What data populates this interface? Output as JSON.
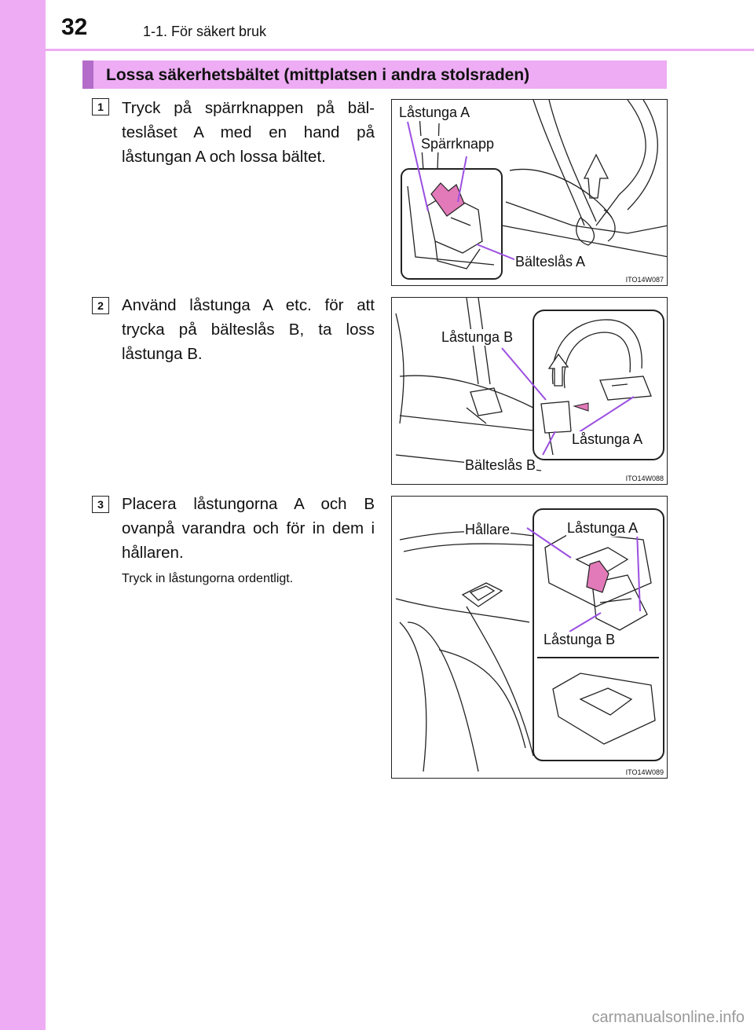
{
  "header": {
    "page_number": "32",
    "chapter": "1-1. För säkert bruk"
  },
  "section": {
    "title": "Lossa säkerhetsbältet (mittplatsen i andra stolsraden)"
  },
  "steps": [
    {
      "number": "1",
      "text": "Tryck på spärrknappen på bäl-teslåset A med en hand på låstungan A och lossa bältet.",
      "figure": {
        "code": "ITO14W087",
        "labels": [
          "Låstunga A",
          "Spärrknapp",
          "Bälteslås A"
        ]
      }
    },
    {
      "number": "2",
      "text": "Använd låstunga A etc. för att trycka på bälteslås B, ta loss låstunga B.",
      "figure": {
        "code": "ITO14W088",
        "labels": [
          "Låstunga B",
          "Låstunga A",
          "Bälteslås B"
        ]
      }
    },
    {
      "number": "3",
      "text": "Placera låstungorna A och B ovanpå varandra och för in dem i hållaren.",
      "note": "Tryck in låstungorna ordentligt.",
      "figure": {
        "code": "ITO14W089",
        "labels": [
          "Hållare",
          "Låstunga A",
          "Låstunga B"
        ]
      }
    }
  ],
  "watermark": "carmanualsonline.info",
  "colors": {
    "accent_band": "#edacf3",
    "banner_marker": "#b36cc9",
    "callout_line": "#9b4fe0",
    "arrow_fill": "#e27ab9"
  }
}
